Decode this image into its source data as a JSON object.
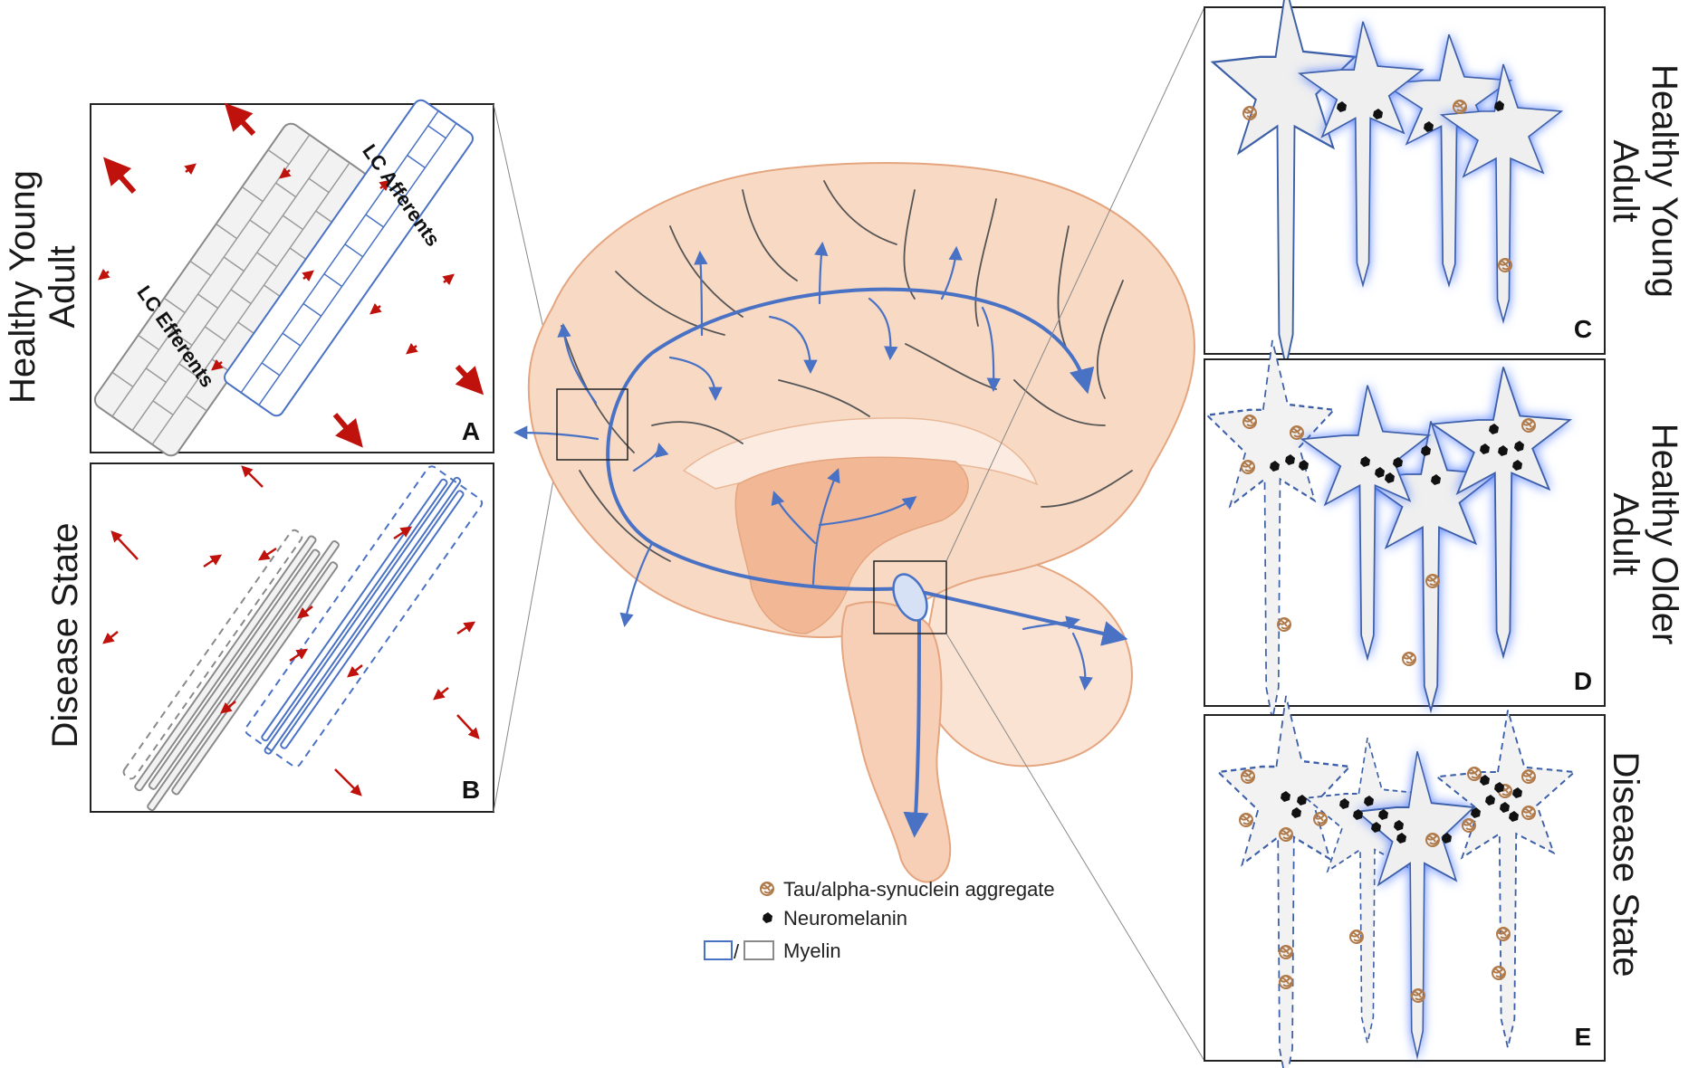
{
  "left_labels": {
    "top": [
      "Healthy Young",
      "Adult"
    ],
    "bottom": "Disease State"
  },
  "right_labels": {
    "top": [
      "Healthy Young",
      "Adult"
    ],
    "middle": [
      "Healthy Older",
      "Adult"
    ],
    "bottom": "Disease State"
  },
  "panels": {
    "a": "A",
    "b": "B",
    "c": "C",
    "d": "D",
    "e": "E"
  },
  "bundles": {
    "afferents": "LC Afferents",
    "efferents": "LC Efferents"
  },
  "legend": {
    "aggregate": "Tau/alpha-synuclein aggregate",
    "neuromelanin": "Neuromelanin",
    "slash": "/",
    "myelin": "Myelin"
  },
  "colors": {
    "pathway_blue": "#4a72c4",
    "arrow_red": "#c0120c",
    "brain_fill": "#f8d9c4",
    "brain_stroke": "#e4a57f",
    "myelin_grey": "#8a8a8a",
    "neuron_fill": "#efefef",
    "aggregate_brown": "#b07a4a"
  }
}
